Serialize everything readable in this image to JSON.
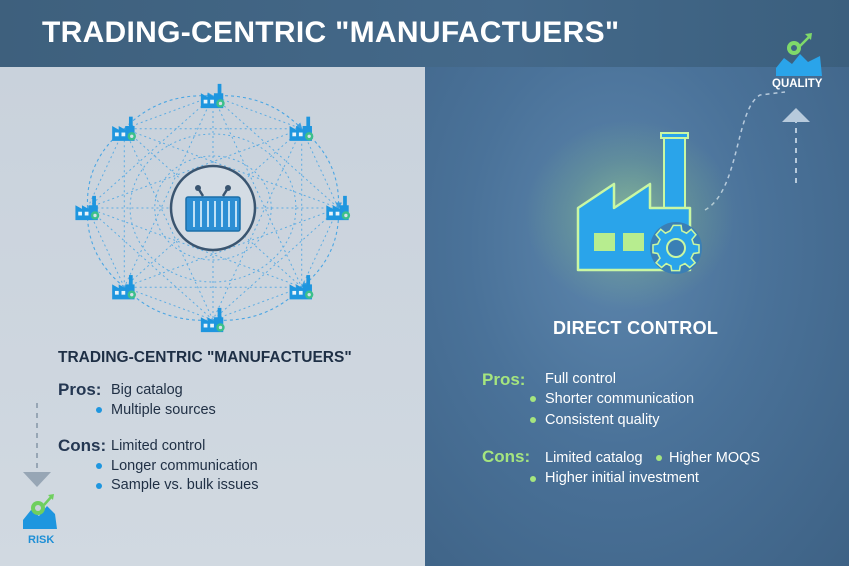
{
  "header": {
    "title": "TRADING-CENTRIC \"MANUFACTUERS\""
  },
  "left": {
    "heading": "TRADING-CENTRIC \"MANUFACTUERS\"",
    "pros_label": "Pros:",
    "pros": [
      "Big catalog",
      "Multiple sources"
    ],
    "cons_label": "Cons:",
    "cons": [
      "Limited control",
      "Longer communication",
      "Sample vs. bulk issues"
    ],
    "risk_label": "RISK"
  },
  "right": {
    "heading": "DIRECT CONTROL",
    "pros_label": "Pros:",
    "pros": [
      "Full control",
      "Shorter communication",
      "Consistent quality"
    ],
    "cons_label": "Cons:",
    "cons": [
      "Limited catalog",
      "Higher MOQS",
      "Higher initial investment"
    ],
    "quality_label": "QUALITY"
  },
  "icons": {
    "hub": "shipping-container-icon",
    "nodes": "factory-icon",
    "main": "factory-gear-icon",
    "quality": "quality-growth-icon",
    "risk": "risk-icon"
  },
  "colors": {
    "accent_blue": "#1e96df",
    "accent_green": "#a5e57f",
    "header_bg": "#3f6282"
  }
}
